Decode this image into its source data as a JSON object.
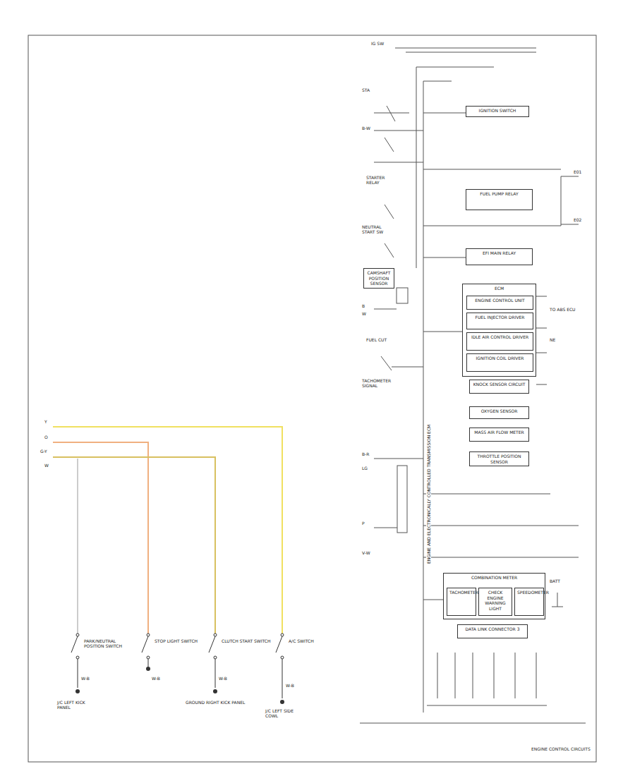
{
  "diagram": {
    "nodes": [
      {
        "text": [
          "IGNITION SWITCH"
        ]
      },
      {
        "text": [
          "FUEL PUMP RELAY"
        ]
      },
      {
        "text": [
          "EFI MAIN RELAY"
        ]
      },
      {
        "text": [
          "ECM"
        ]
      },
      {
        "text": [
          "ENGINE CONTROL UNIT"
        ],
        "in": 3
      },
      {
        "text": [
          "FUEL INJECTOR DRIVER"
        ],
        "in": 3
      },
      {
        "text": [
          "IDLE AIR CONTROL DRIVER"
        ],
        "in": 3
      },
      {
        "text": [
          "IGNITION COIL DRIVER"
        ],
        "in": 3
      },
      {
        "text": [
          "KNOCK SENSOR CIRCUIT"
        ]
      },
      {
        "text": [
          "OXYGEN SENSOR"
        ]
      },
      {
        "text": [
          "MASS AIR FLOW METER"
        ]
      },
      {
        "text": [
          "THROTTLE POSITION SENSOR"
        ]
      },
      {
        "text": [
          "COMBINATION METER"
        ]
      },
      {
        "text": [
          "TACHOMETER"
        ],
        "in": 12
      },
      {
        "text": [
          "CHECK ENGINE WARNING LIGHT"
        ],
        "in": 12
      },
      {
        "text": [
          "SPEEDOMETER"
        ],
        "in": 12
      },
      {
        "text": [
          "DATA LINK CONNECTOR 3"
        ]
      },
      {
        "text": [
          "CAMSHAFT POSITION SENSOR"
        ]
      }
    ],
    "labels": [
      "ENGINE CONTROL CIRCUITS",
      "IG SW",
      "STA",
      "B-W",
      "STARTER RELAY",
      "NEUTRAL START SW",
      "B",
      "W",
      "FUEL CUT",
      "TACHOMETER SIGNAL",
      "B-R",
      "LG",
      "P",
      "V-W",
      "TO ABS ECU",
      "NE",
      "E01",
      "E02",
      "BATT",
      "Y",
      "O",
      "G-Y",
      "W",
      "PARK/NEUTRAL POSITION SWITCH",
      "STOP LIGHT SWITCH",
      "CLUTCH START SWITCH",
      "A/C SWITCH",
      "W-B",
      "W-B",
      "W-B",
      "W-B",
      "J/C LEFT KICK PANEL",
      "GROUND RIGHT KICK PANEL",
      "J/C LEFT SIDE COWL",
      "ENGINE AND ELECTRONICALLY CONTROLLED TRANSMISSION ECM"
    ]
  }
}
